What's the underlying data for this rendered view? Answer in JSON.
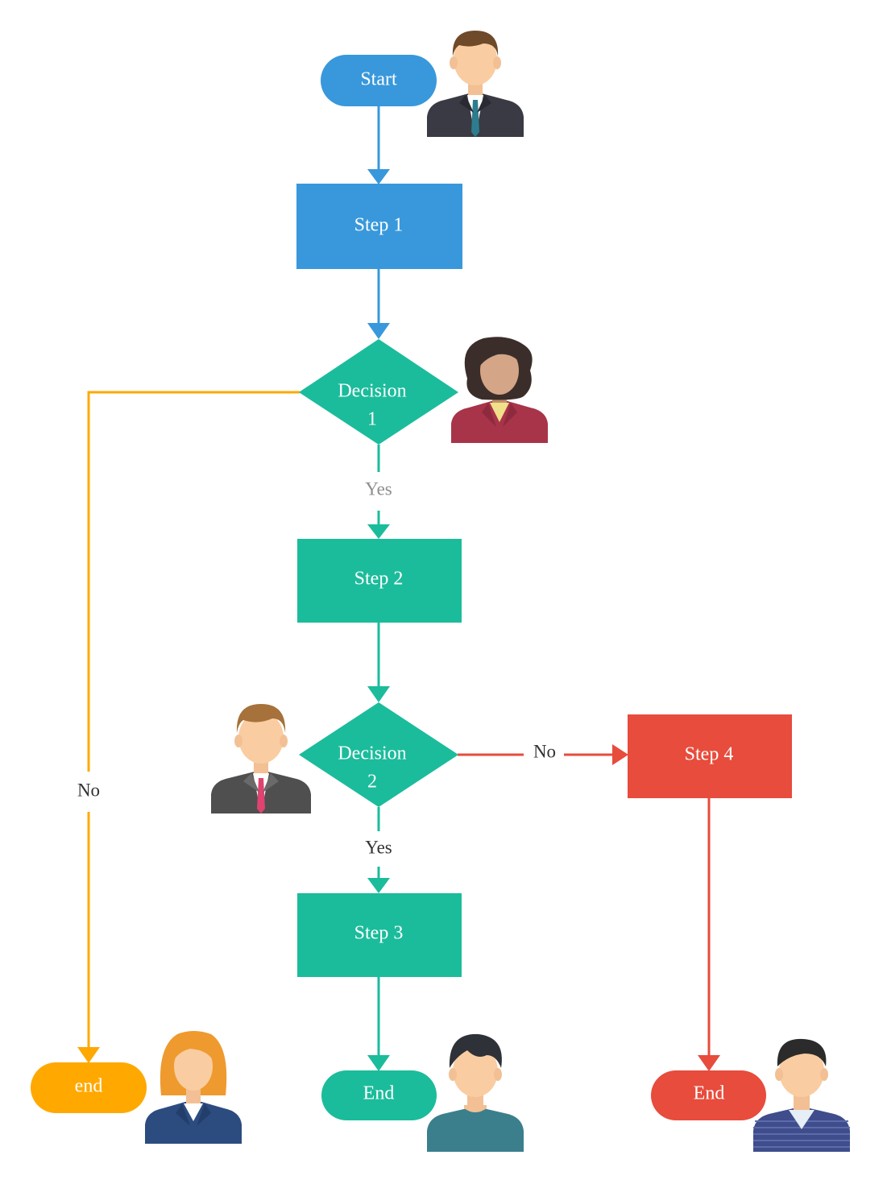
{
  "colors": {
    "blue": "#3898DB",
    "teal": "#1BBC9B",
    "orange": "#FFA800",
    "red": "#E74C3C",
    "label_dark": "#333333",
    "label_gray": "#8E8E8E"
  },
  "nodes": {
    "start": "Start",
    "step1": "Step 1",
    "decision1_line1": "Decision",
    "decision1_line2": "1",
    "step2": "Step 2",
    "decision2_line1": "Decision",
    "decision2_line2": "2",
    "step3": "Step 3",
    "step4": "Step 4",
    "end_left": "end",
    "end_center": "End",
    "end_right": "End"
  },
  "edges": {
    "decision1_yes": "Yes",
    "decision1_no": "No",
    "decision2_yes": "Yes",
    "decision2_no": "No"
  },
  "icons": [
    "businessman-dark-suit-icon",
    "businesswoman-red-suit-icon",
    "businessman-gray-suit-icon",
    "businesswoman-blue-suit-icon",
    "man-teal-shirt-icon",
    "man-striped-sweater-icon"
  ]
}
